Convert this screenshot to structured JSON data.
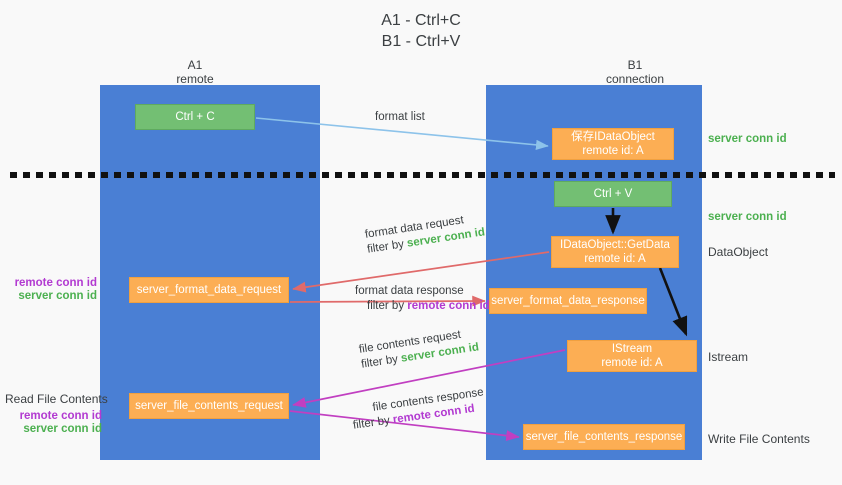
{
  "title": {
    "line1": "A1 - Ctrl+C",
    "line2": "B1 - Ctrl+V"
  },
  "columns": {
    "left": {
      "name": "A1",
      "sub": "remote"
    },
    "right": {
      "name": "B1",
      "sub": "connection"
    }
  },
  "nodes": {
    "ctrl_c": {
      "label": "Ctrl + C",
      "color": "#73bf73",
      "kind": "green"
    },
    "save_idataobject": {
      "line1": "保存IDataObject",
      "line2": "remote id: A",
      "color": "#fcae54",
      "kind": "orange"
    },
    "ctrl_v": {
      "label": "Ctrl + V",
      "color": "#73bf73",
      "kind": "green"
    },
    "getdata": {
      "line1": "IDataObject::GetData",
      "line2": "remote id: A",
      "color": "#fcae54",
      "kind": "orange"
    },
    "server_format_data_request": {
      "label": "server_format_data_request",
      "color": "#fcae54",
      "kind": "orange"
    },
    "server_format_data_response": {
      "label": "server_format_data_response",
      "color": "#fcae54",
      "kind": "orange"
    },
    "istream": {
      "line1": "IStream",
      "line2": "remote id: A",
      "color": "#fcae54",
      "kind": "orange"
    },
    "server_file_contents_request": {
      "label": "server_file_contents_request",
      "color": "#fcae54",
      "kind": "orange"
    },
    "server_file_contents_response": {
      "label": "server_file_contents_response",
      "color": "#fcae54",
      "kind": "orange"
    }
  },
  "edge_labels": {
    "format_list": "format list",
    "format_data_request": "format data request",
    "format_data_request_filter_prefix": "filter by ",
    "format_data_request_filter_value": "server conn id",
    "format_data_response": "format data response",
    "format_data_response_filter_prefix": "filter by ",
    "format_data_response_filter_value": "remote conn id",
    "file_contents_request": "file contents request",
    "file_contents_request_filter_prefix": "filter by ",
    "file_contents_request_filter_value": "server conn id",
    "file_contents_response": "file contents response",
    "file_contents_response_filter_prefix": "filter by ",
    "file_contents_response_filter_value": "remote conn id"
  },
  "annotations": {
    "right": {
      "server_conn_id_top": "server conn id",
      "server_conn_id_mid": "server conn id",
      "dataobject": "DataObject",
      "istream": "Istream",
      "write_file_contents": "Write File Contents"
    },
    "left": {
      "remote_conn_id_1": "remote conn id",
      "server_conn_id_1": "server conn id",
      "read_file_contents": "Read File Contents",
      "remote_conn_id_2": "remote conn id",
      "server_conn_id_2": "server conn id"
    }
  },
  "colors": {
    "lane": "#4a7fd4",
    "green_node": "#73bf73",
    "orange_node": "#fcae54",
    "server_conn_id": "#4cb050",
    "remote_conn_id": "#b23ad1",
    "arrow_blue": "#8dc3ea",
    "arrow_red": "#e06a6a",
    "arrow_purple": "#c13fc1",
    "arrow_black": "#111111",
    "background": "#f9f9f9"
  }
}
